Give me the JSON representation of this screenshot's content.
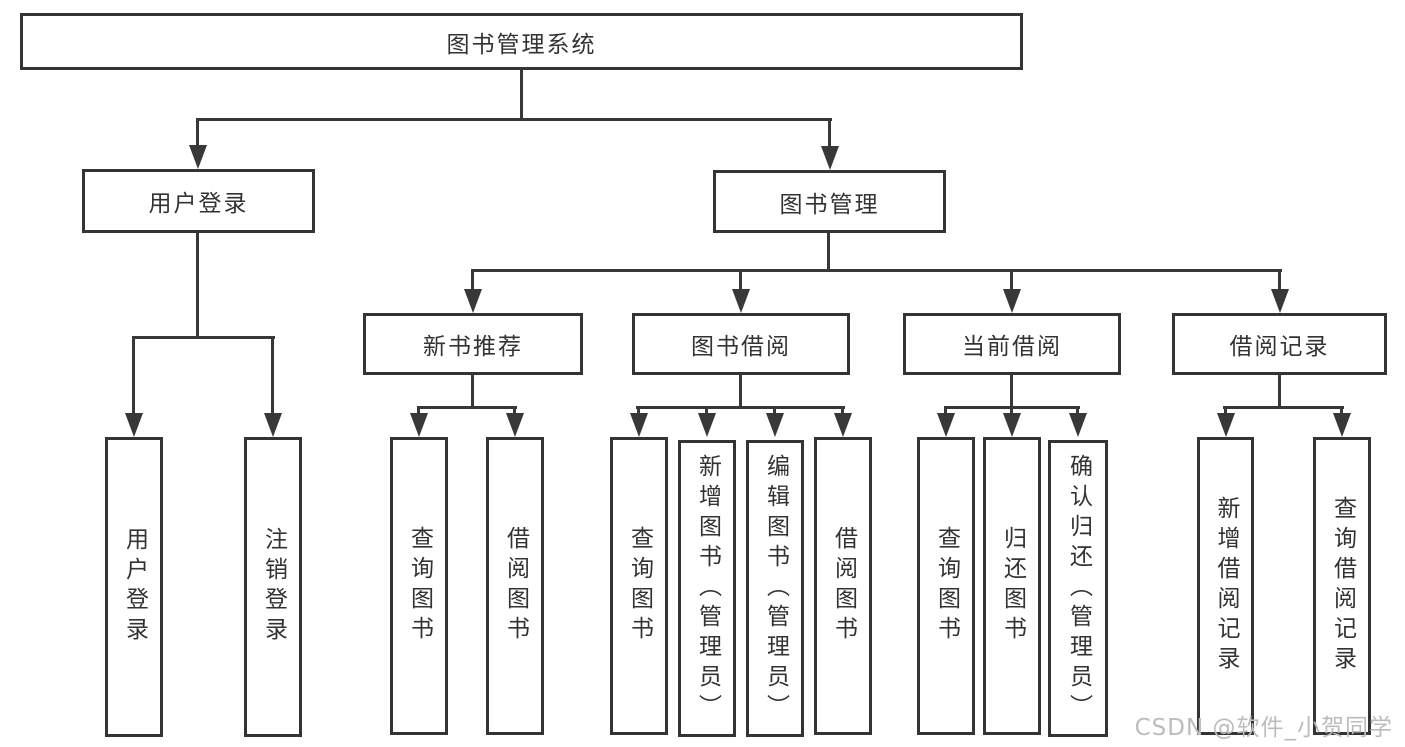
{
  "diagram": {
    "root": {
      "label": "图书管理系统"
    },
    "user_login": {
      "label": "用户登录",
      "children": [
        {
          "label": "用户登录"
        },
        {
          "label": "注销登录"
        }
      ]
    },
    "book_management": {
      "label": "图书管理",
      "sections": [
        {
          "label": "新书推荐",
          "children": [
            {
              "label": "查询图书"
            },
            {
              "label": "借阅图书"
            }
          ]
        },
        {
          "label": "图书借阅",
          "children": [
            {
              "label": "查询图书"
            },
            {
              "label": "新增图书（管理员）"
            },
            {
              "label": "编辑图书（管理员）"
            },
            {
              "label": "借阅图书"
            }
          ]
        },
        {
          "label": "当前借阅",
          "children": [
            {
              "label": "查询图书"
            },
            {
              "label": "归还图书"
            },
            {
              "label": "确认归还（管理员）"
            }
          ]
        },
        {
          "label": "借阅记录",
          "children": [
            {
              "label": "新增借阅记录"
            },
            {
              "label": "查询借阅记录"
            }
          ]
        }
      ]
    }
  },
  "colors": {
    "line": "#383838",
    "box_border": "#343434",
    "text": "#333333",
    "background": "#ffffff",
    "watermark": "#bcbcbc"
  },
  "watermark": {
    "text": "CSDN @软件_小贺同学"
  }
}
